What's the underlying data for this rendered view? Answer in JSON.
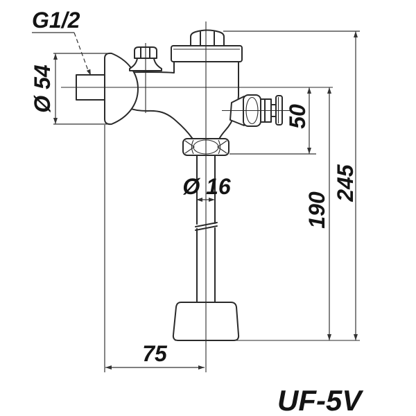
{
  "drawing": {
    "product_code": "UF-5V",
    "type_note": "technical dimension drawing of wall-mounted urinal flush valve",
    "dimensions": {
      "inlet_thread": "G1/2",
      "escutcheon_diameter": "Ø 54",
      "pipe_diameter": "Ø 16",
      "inlet_to_outlet_drop": "50",
      "inlet_center_to_floor": "190",
      "overall_height": "245",
      "wall_to_pipe_center": "75"
    },
    "colors": {
      "background": "#ffffff",
      "object_line": "#2a2a2a",
      "dimension_line": "#333333",
      "text": "#141414"
    }
  }
}
